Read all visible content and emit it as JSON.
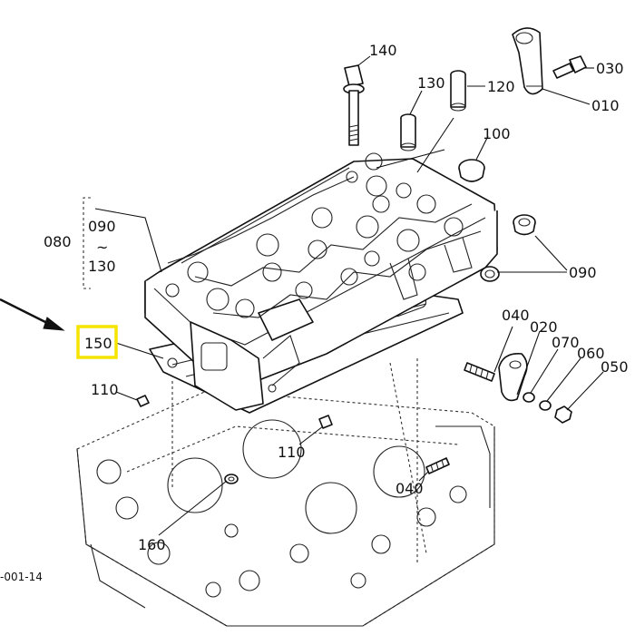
{
  "diagram": {
    "callouts": {
      "c140": "140",
      "c130": "130",
      "c120": "120",
      "c030": "030",
      "c010": "010",
      "c100": "100",
      "c080": "080",
      "c090a": "090",
      "c_tilde": "~",
      "c130b": "130",
      "c090b": "090",
      "c150": "150",
      "c040a": "040",
      "c020": "020",
      "c070": "070",
      "c060": "060",
      "c050": "050",
      "c110a": "110",
      "c110b": "110",
      "c040b": "040",
      "c160": "160"
    },
    "figure_code": "-001-14",
    "highlight_color": "#f5e400",
    "line_color": "#111111"
  }
}
